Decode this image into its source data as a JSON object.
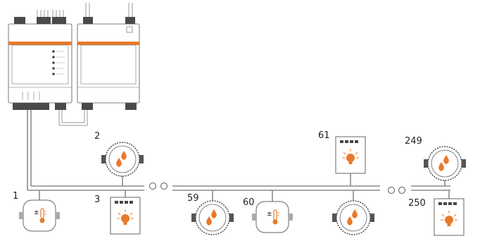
{
  "colors": {
    "accent": "#e8792b",
    "wire": "#8a8a8a",
    "outline": "#555555"
  },
  "nodes": {
    "device_1": "1",
    "device_2": "2",
    "device_3": "3",
    "device_59": "59",
    "device_60": "60",
    "device_61": "61",
    "device_249": "249",
    "device_250": "250"
  },
  "icons": {
    "thermostat": "thermostat-plus-minus-icon",
    "water_meter": "water-drop-meter-icon",
    "light_panel": "lightbulb-panel-icon",
    "continuation": "double-circle-continuation-icon"
  }
}
